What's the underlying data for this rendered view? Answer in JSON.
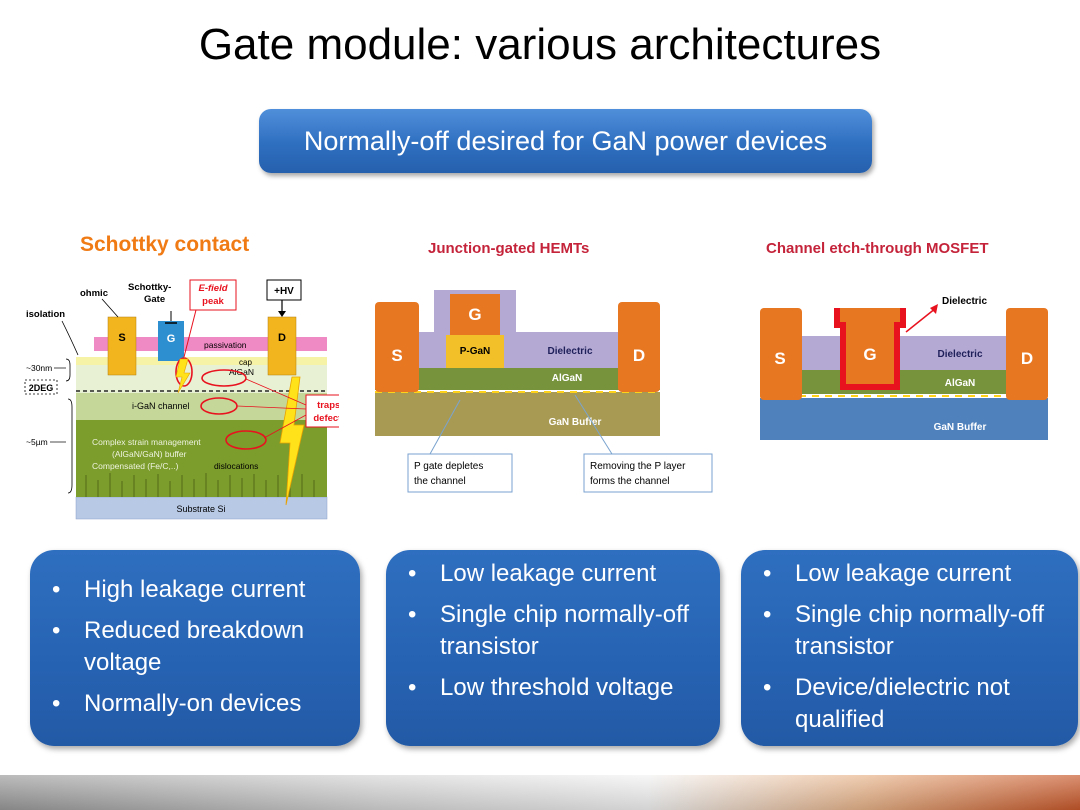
{
  "slide": {
    "title": "Gate module: various architectures",
    "banner": "Normally-off desired for GaN power devices"
  },
  "panels": {
    "schottky": {
      "title": "Schottky contact",
      "labels": {
        "ohmic": "ohmic",
        "schottky_gate_1": "Schottky-",
        "schottky_gate_2": "Gate",
        "efield_1": "E-field",
        "efield_2": "peak",
        "hv": "+HV",
        "isolation": "isolation",
        "s": "S",
        "g": "G",
        "d": "D",
        "passivation": "passivation",
        "cap": "cap",
        "algan": "AlGaN",
        "nm30": "~30nm",
        "deg2": "2DEG",
        "igan": "i-GaN channel",
        "traps_1": "traps/",
        "traps_2": "defects",
        "um5": "~5µm",
        "strain_1": "Complex strain management",
        "strain_2": "(AlGaN/GaN) buffer",
        "strain_3": "Compensated (Fe/C,..)",
        "dislocations": "dislocations",
        "substrate": "Substrate Si"
      },
      "bullets": [
        "High leakage current",
        "Reduced breakdown voltage",
        "Normally-on devices"
      ]
    },
    "junction": {
      "title": "Junction-gated HEMTs",
      "labels": {
        "s": "S",
        "g": "G",
        "d": "D",
        "pgan": "P-GaN",
        "dielectric": "Dielectric",
        "algan": "AlGaN",
        "buffer": "GaN Buffer",
        "note1_1": "P gate depletes",
        "note1_2": "the channel",
        "note2_1": "Removing the P layer",
        "note2_2": "forms the channel"
      },
      "bullets": [
        "Low leakage current",
        "Single chip normally-off transistor",
        "Low threshold voltage"
      ]
    },
    "channel": {
      "title": "Channel etch-through MOSFET",
      "labels": {
        "s": "S",
        "g": "G",
        "d": "D",
        "dielectric_callout": "Dielectric",
        "dielectric": "Dielectric",
        "algan": "AlGaN",
        "buffer": "GaN Buffer"
      },
      "bullets": [
        "Low leakage current",
        "Single chip normally-off transistor",
        "Device/dielectric not qualified"
      ]
    }
  },
  "bullet_char": "•",
  "colors": {
    "banner_blue": "#2f6fc0",
    "box_blue": "#2662b2",
    "contact_orange": "#e87722",
    "dielectric_purple": "#b3a9d3",
    "algan_green": "#77933c",
    "buffer_olive": "#a89a52",
    "buffer_blue": "#4f81bd",
    "gate_red": "#e8121f",
    "accent_red": "#c4233a",
    "schottky_orange": "#f07a14"
  }
}
